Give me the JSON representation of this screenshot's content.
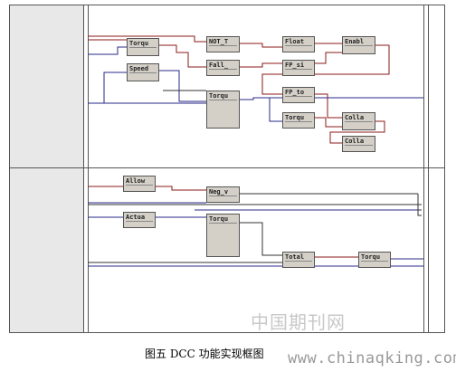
{
  "blocks": [
    {
      "id": "torqu1",
      "label": "Torqu"
    },
    {
      "id": "speed",
      "label": "Speed"
    },
    {
      "id": "not_t",
      "label": "NOT_T"
    },
    {
      "id": "fall",
      "label": "Fall_"
    },
    {
      "id": "float",
      "label": "Float"
    },
    {
      "id": "fp_si",
      "label": "FP_si"
    },
    {
      "id": "enabl",
      "label": "Enabl"
    },
    {
      "id": "torqu2",
      "label": "Torqu"
    },
    {
      "id": "fp_to",
      "label": "FP_to"
    },
    {
      "id": "torqu3",
      "label": "Torqu"
    },
    {
      "id": "colla1",
      "label": "Colla"
    },
    {
      "id": "colla2",
      "label": "Colla"
    },
    {
      "id": "allow",
      "label": "Allow"
    },
    {
      "id": "neg_v",
      "label": "Neg_v"
    },
    {
      "id": "actua",
      "label": "Actua"
    },
    {
      "id": "torqu4",
      "label": "Torqu"
    },
    {
      "id": "total",
      "label": "Total"
    },
    {
      "id": "torqu5",
      "label": "Torqu"
    }
  ],
  "watermark": "中国期刊网",
  "caption": "图五 DCC 功能实现框图",
  "url_text": "www.chinaqking.com",
  "colors": {
    "wire_red": "#8b1a1a",
    "wire_blue": "#2a2a8a",
    "wire_dark": "#333333",
    "block_fill": "#d4d0c8",
    "frame": "#555555"
  }
}
